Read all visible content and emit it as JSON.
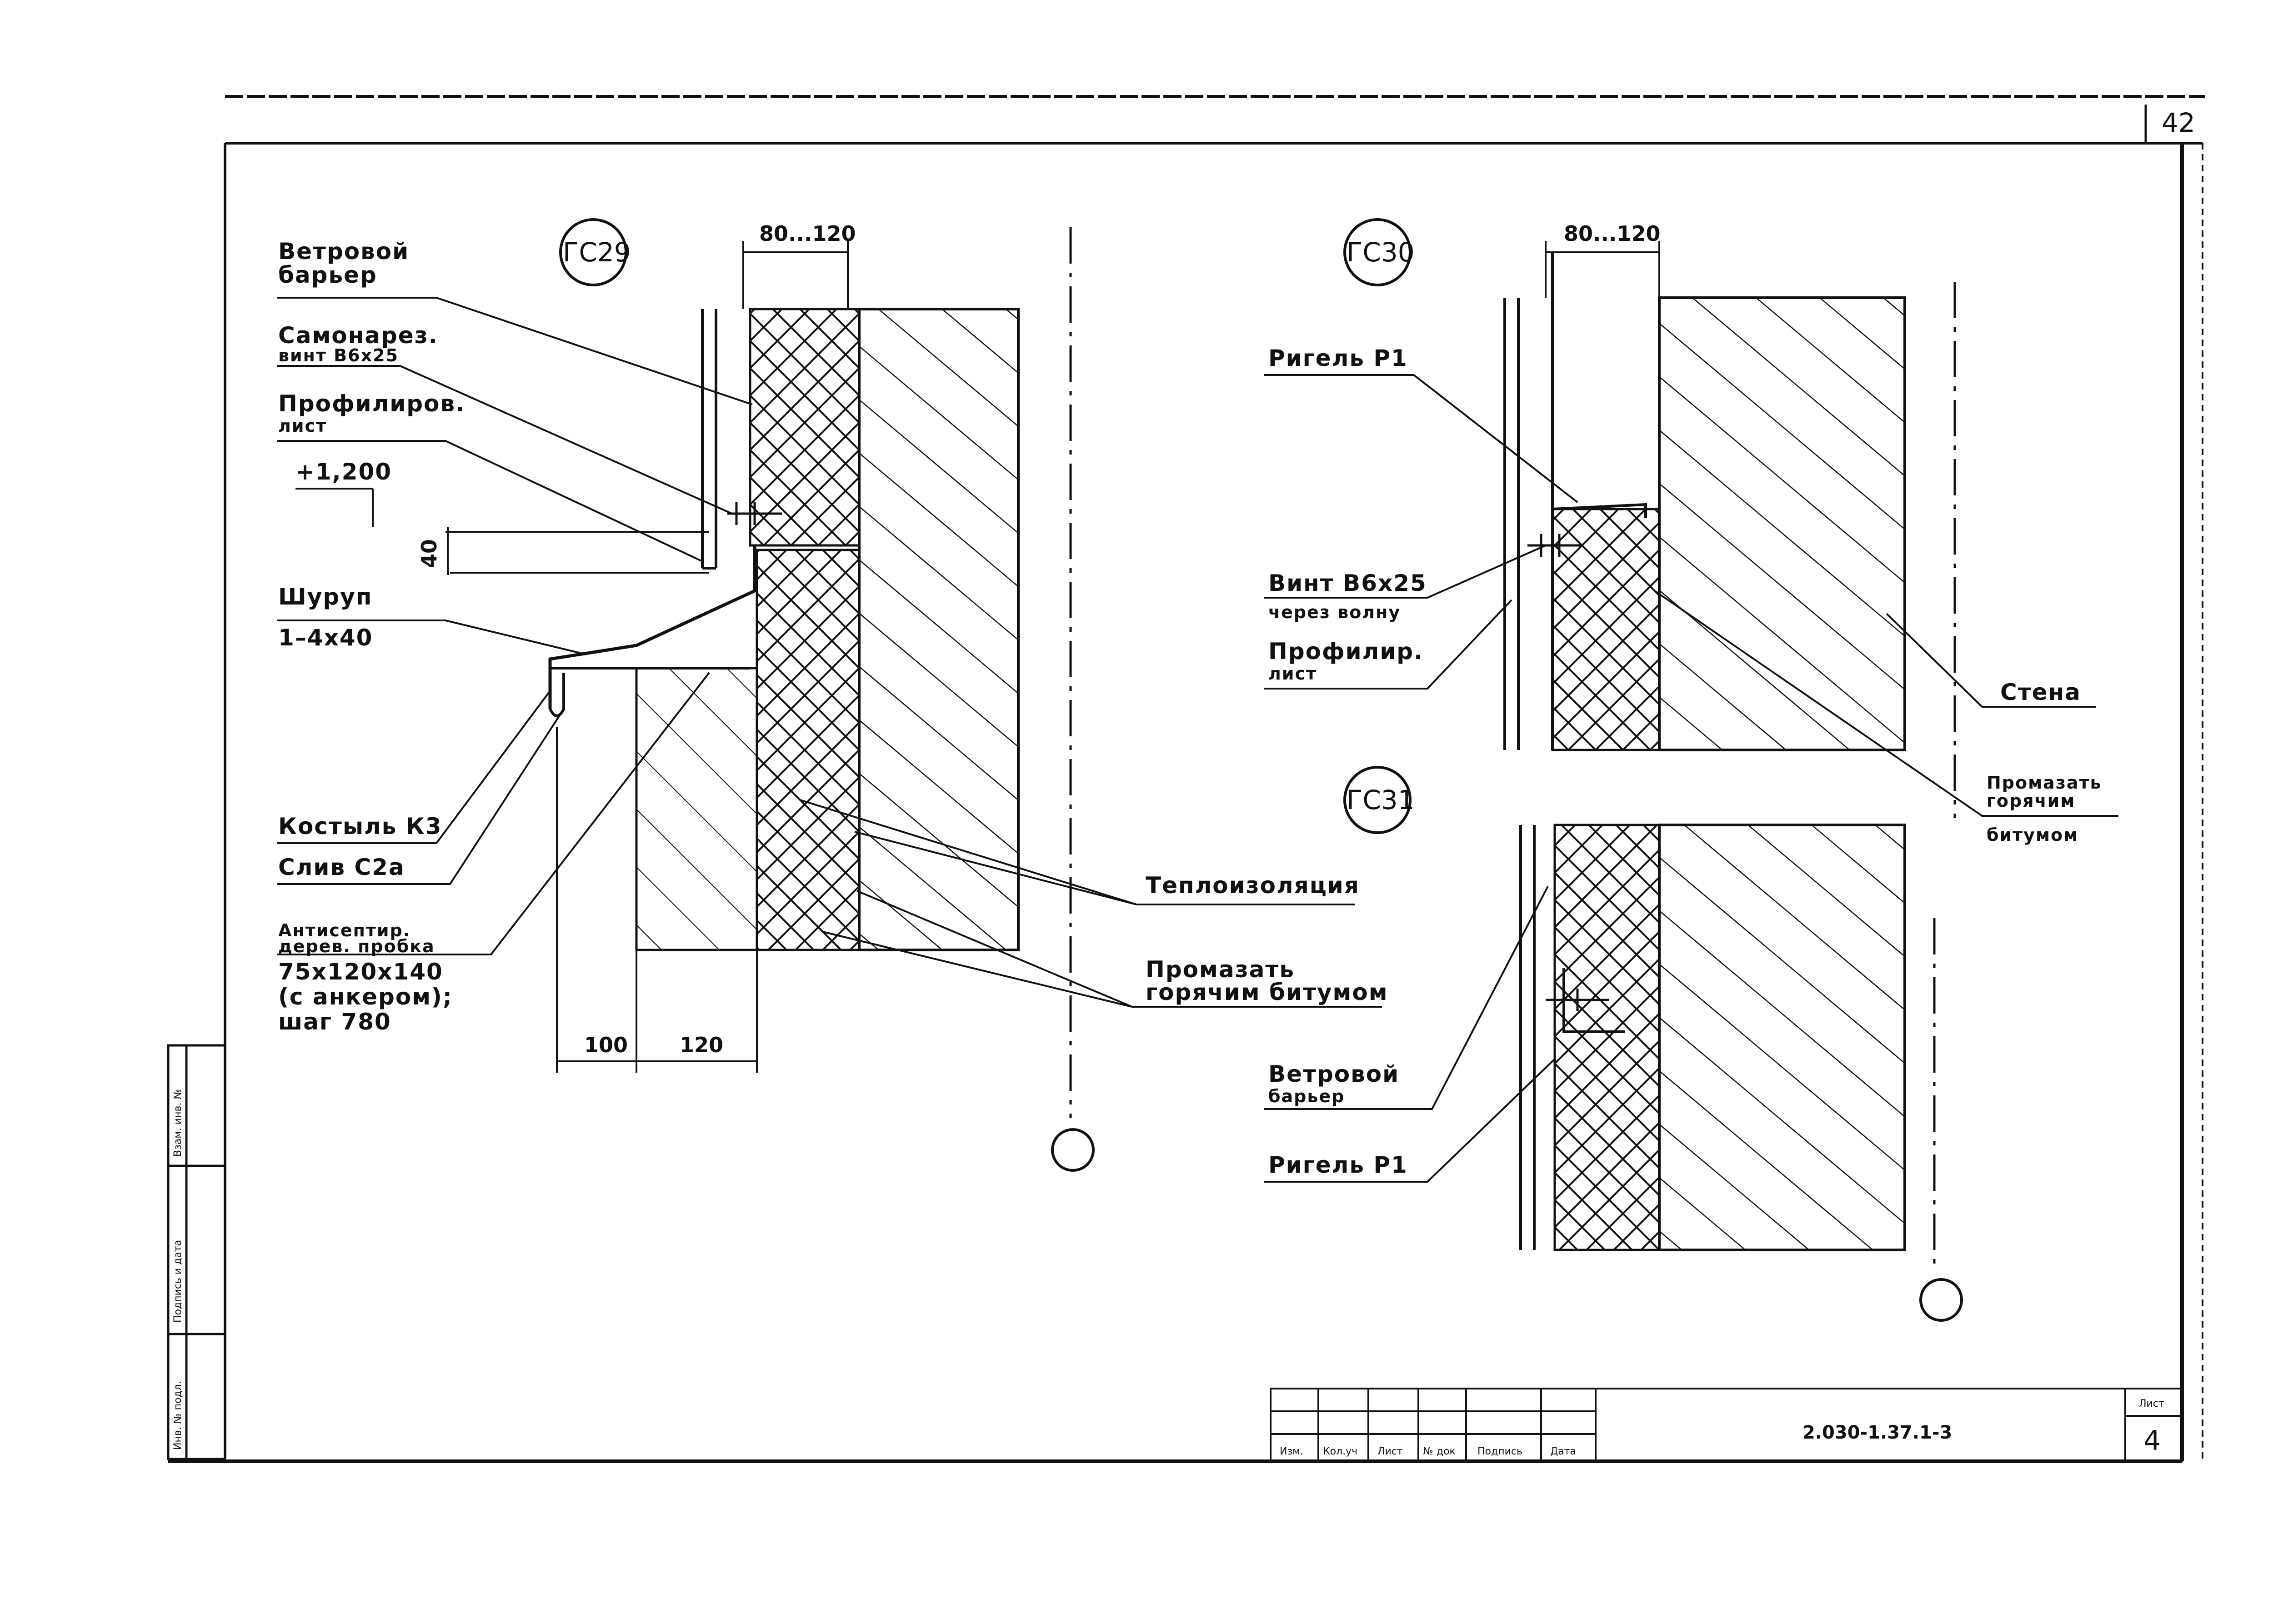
{
  "sheet_number": "42",
  "details": {
    "gc29": {
      "tag": "ГС29",
      "dim_top": "80...120",
      "labels": {
        "wind_barrier": [
          "Ветровой",
          "барьер"
        ],
        "screw": [
          "Самонарез.",
          "винт В6х25"
        ],
        "profiled_sheet": [
          "Профилиров.",
          "лист"
        ],
        "level": "+1,200",
        "dim_40": "40",
        "shurup": [
          "Шуруп",
          "1–4х40"
        ],
        "kostyl": "Костыль К3",
        "sliv": "Слив С2а",
        "plug": [
          "Антисептир.",
          "дерев. пробка",
          "75х120х140",
          "(с анкером);",
          "шаг 780"
        ],
        "insulation": "Теплоизоляция",
        "bitumen": [
          "Промазать",
          "горячим битумом"
        ],
        "dim_100": "100",
        "dim_120": "120"
      }
    },
    "gc30": {
      "tag": "ГС30",
      "dim_top": "80...120",
      "labels": {
        "rigel": "Ригель Р1",
        "screw": [
          "Винт В6х25",
          "через волну"
        ],
        "profiled_sheet": [
          "Профилир.",
          "лист"
        ],
        "wall": "Стена",
        "bitumen": [
          "Промазать",
          "горячим",
          "битумом"
        ]
      }
    },
    "gc31": {
      "tag": "ГС31",
      "labels": {
        "wind_barrier": [
          "Ветровой",
          "барьер"
        ],
        "rigel": "Ригель Р1"
      }
    }
  },
  "title_block": {
    "code": "2.030-1.37.1-3",
    "sheet_label": "Лист",
    "sheet": "4",
    "columns": [
      "Изм.",
      "Кол.уч",
      "Лист",
      "№ док",
      "Подпись",
      "Дата"
    ]
  },
  "side_stamp": [
    "Инв. № подл.",
    "Подпись и дата",
    "Взам. инв. №"
  ]
}
